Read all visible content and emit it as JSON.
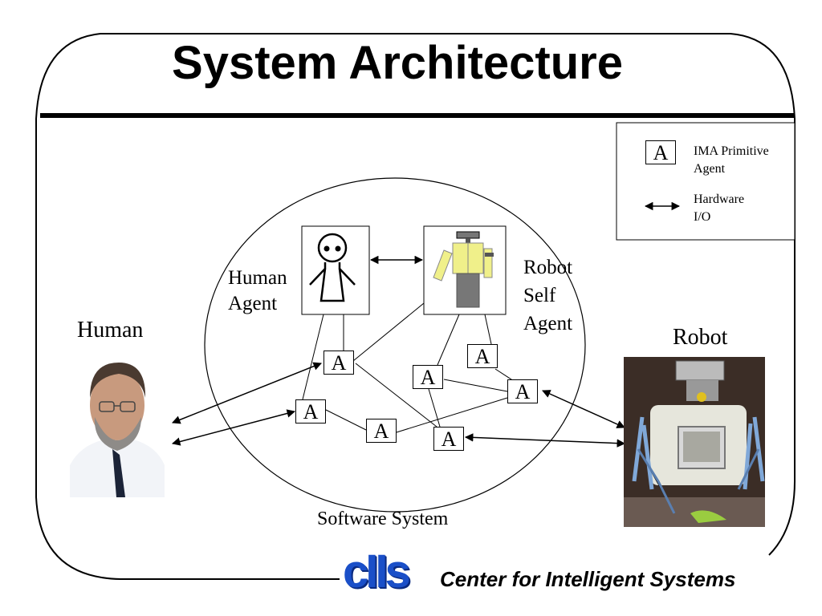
{
  "title": "System Architecture",
  "legend": {
    "box_letter": "A",
    "primitive_line1": "IMA Primitive",
    "primitive_line2": "Agent",
    "hardware_line1": "Hardware",
    "hardware_line2": "I/O"
  },
  "labels": {
    "human_agent_line1": "Human",
    "human_agent_line2": "Agent",
    "robot_self_line1": "Robot",
    "robot_self_line2": "Self",
    "robot_self_line3": "Agent",
    "human": "Human",
    "robot": "Robot",
    "software_system": "Software System"
  },
  "agents": [
    "A",
    "A",
    "A",
    "A",
    "A",
    "A",
    "A"
  ],
  "logo": {
    "mark": "cIIs",
    "name": "Center for Intelligent Systems"
  }
}
